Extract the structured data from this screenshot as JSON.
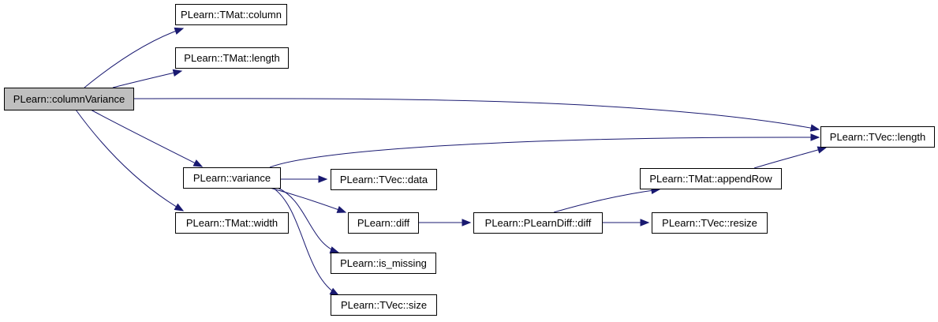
{
  "graph": {
    "title": "",
    "edge_color": "#191970",
    "root_fill": "#bfbfbf",
    "nodes": [
      {
        "id": "columnVariance",
        "label": "PLearn::columnVariance",
        "root": true
      },
      {
        "id": "tmat_column",
        "label": "PLearn::TMat::column"
      },
      {
        "id": "tmat_length",
        "label": "PLearn::TMat::length"
      },
      {
        "id": "tvec_length",
        "label": "PLearn::TVec::length"
      },
      {
        "id": "variance",
        "label": "PLearn::variance"
      },
      {
        "id": "tvec_data",
        "label": "PLearn::TVec::data"
      },
      {
        "id": "tmat_appendRow",
        "label": "PLearn::TMat::appendRow"
      },
      {
        "id": "diff",
        "label": "PLearn::diff"
      },
      {
        "id": "plearndiff_diff",
        "label": "PLearn::PLearnDiff::diff"
      },
      {
        "id": "tvec_resize",
        "label": "PLearn::TVec::resize"
      },
      {
        "id": "tmat_width",
        "label": "PLearn::TMat::width"
      },
      {
        "id": "is_missing",
        "label": "PLearn::is_missing"
      },
      {
        "id": "tvec_size",
        "label": "PLearn::TVec::size"
      }
    ],
    "edges": [
      {
        "from": "columnVariance",
        "to": "tmat_column"
      },
      {
        "from": "columnVariance",
        "to": "tmat_length"
      },
      {
        "from": "columnVariance",
        "to": "tvec_length"
      },
      {
        "from": "columnVariance",
        "to": "variance"
      },
      {
        "from": "columnVariance",
        "to": "tmat_width"
      },
      {
        "from": "variance",
        "to": "tvec_length"
      },
      {
        "from": "variance",
        "to": "tvec_data"
      },
      {
        "from": "variance",
        "to": "diff"
      },
      {
        "from": "variance",
        "to": "is_missing"
      },
      {
        "from": "variance",
        "to": "tvec_size"
      },
      {
        "from": "diff",
        "to": "plearndiff_diff"
      },
      {
        "from": "plearndiff_diff",
        "to": "tmat_appendRow"
      },
      {
        "from": "plearndiff_diff",
        "to": "tvec_resize"
      },
      {
        "from": "tmat_appendRow",
        "to": "tvec_length"
      }
    ]
  }
}
